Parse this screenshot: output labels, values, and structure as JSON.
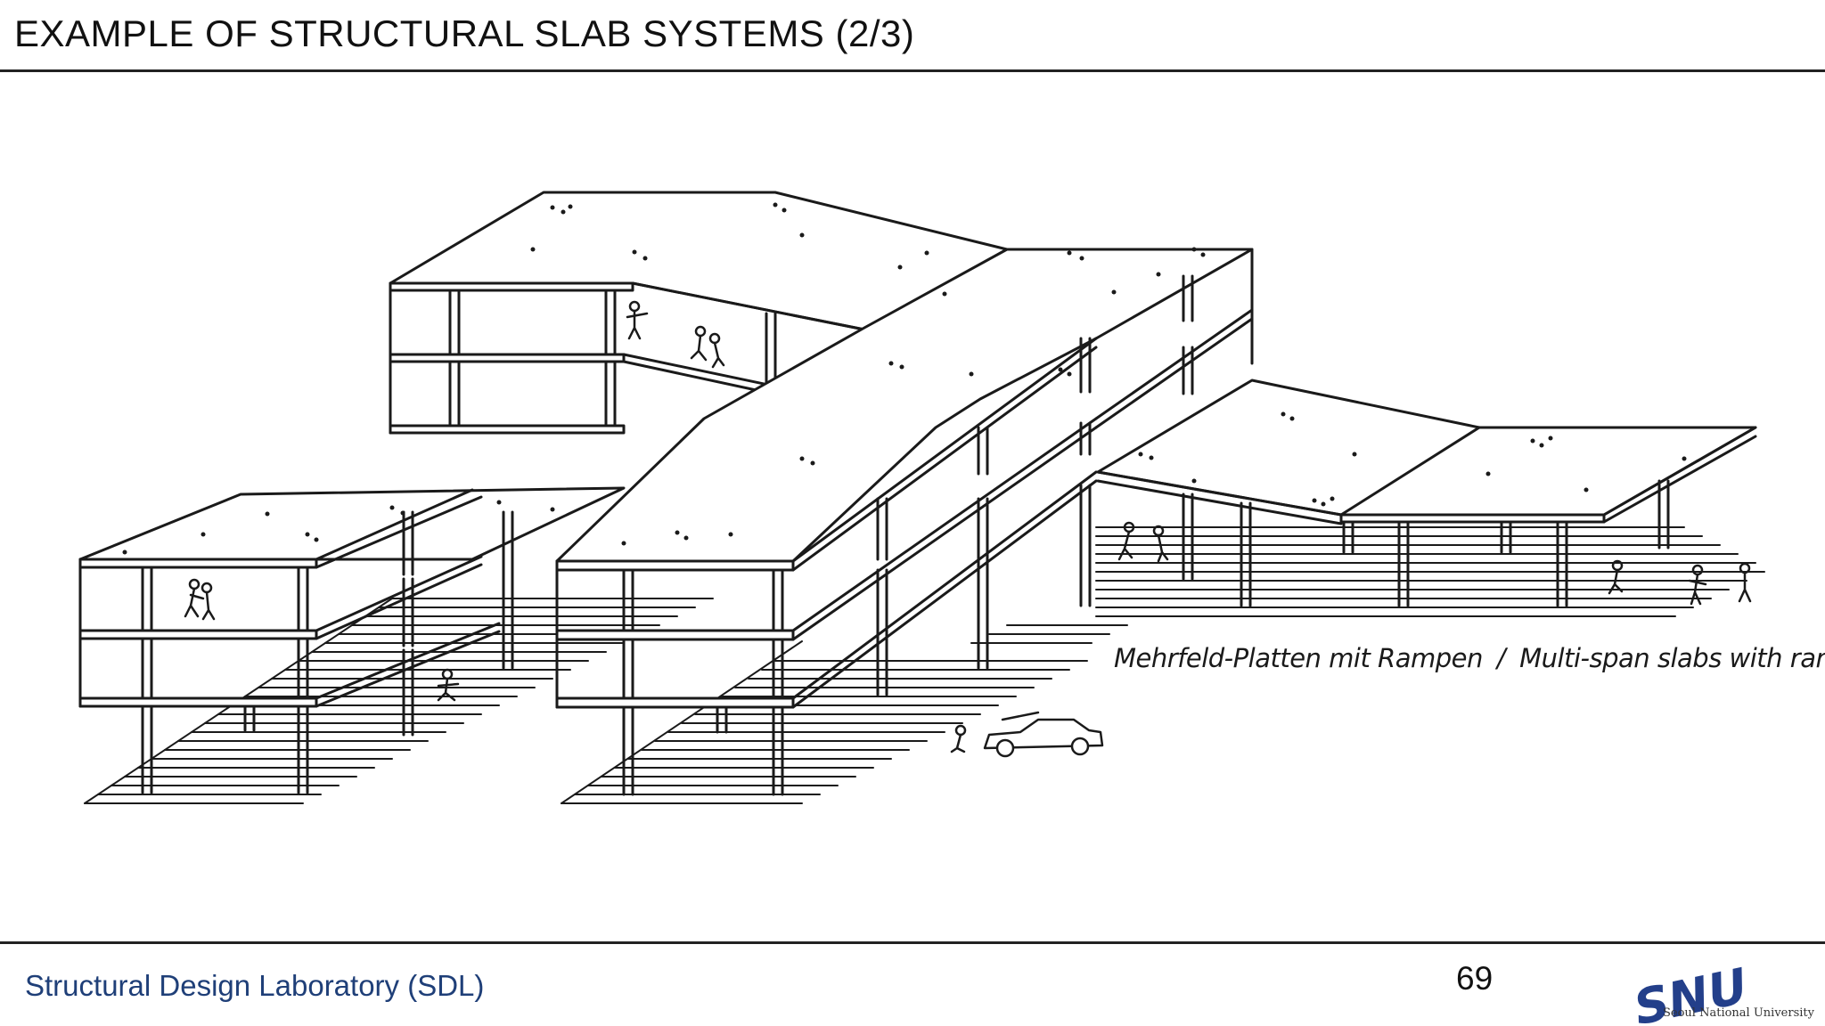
{
  "slide": {
    "title": "EXAMPLE OF STRUCTURAL SLAB SYSTEMS (2/3)",
    "page_number": "69"
  },
  "figure": {
    "caption_german": "Mehrfeld-Platten mit Rampen",
    "caption_separator": "/",
    "caption_english": "Multi-span slabs with ramps"
  },
  "footer": {
    "lab_name": "Structural Design Laboratory (SDL)",
    "logo_text": "SNU",
    "logo_subtext": "Seoul National University"
  },
  "colors": {
    "accent_text": "#1f3f78",
    "logo_blue": "#233f8a",
    "rule": "#222222",
    "ink": "#1a1a1a"
  }
}
